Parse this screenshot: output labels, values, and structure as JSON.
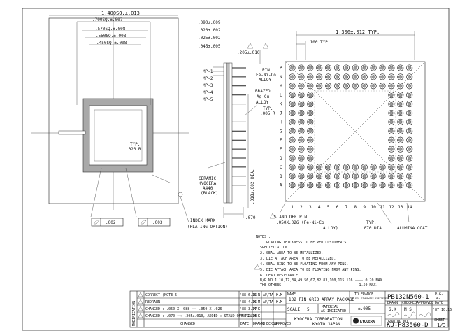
{
  "top_view": {
    "dims": [
      "1.400SQ.±.013",
      ".700SQ.±.007",
      ".570SQ.±.008",
      ".550SQ.±.008",
      ".450SQ.±.008"
    ],
    "typ_label": "TYP.",
    "typ_radius": ".020 R",
    "flatness_left": ".002",
    "flatness_right": ".003",
    "index_mark": [
      "INDEX MARK",
      "(PLATING OPTION)"
    ],
    "ceramic": [
      "CERAMIC",
      "KYOCERA",
      "A440",
      "(BLACK)"
    ]
  },
  "side_view": {
    "dims": [
      ".090±.009",
      ".020±.002",
      ".025±.002",
      ".045±.005"
    ],
    "offset": ".205±.010",
    "mp_labels": [
      "MP-1",
      "MP-2",
      "MP-3",
      "MP-4",
      "MP-5"
    ],
    "pin_label": [
      "PIN",
      "Fe-Ni-Co",
      "ALLOY"
    ],
    "brazed_label": [
      "BRAZED",
      "Ag-Cu",
      "ALLOY"
    ],
    "pin_typ": [
      "TYP.",
      ".005 R"
    ],
    "dia_label": ".018±.002 DIA.",
    "bottom_dim": ".070"
  },
  "bottom_view": {
    "pitch_total": "1.300±.012 TYP.",
    "pitch": ".100 TYP.",
    "row_letters": [
      "P",
      "N",
      "M",
      "L",
      "K",
      "J",
      "H",
      "G",
      "F",
      "E",
      "D",
      "C",
      "B",
      "A"
    ],
    "col_numbers": [
      "1",
      "2",
      "3",
      "4",
      "5",
      "6",
      "7",
      "8",
      "9",
      "10",
      "11",
      "12",
      "13",
      "14"
    ],
    "standoff": [
      "STAND OFF PIN",
      ".050X.026 (Fe-Ni-Co",
      "ALLOY)"
    ],
    "dia": [
      ".070 DIA.",
      "TYP."
    ],
    "alumina": "ALUMINA COAT"
  },
  "notes": {
    "title": "NOTES :",
    "items": [
      "1. PLATING THICKNESS TO BE PER CUSTOMER'S",
      "   SPECIFICATION.",
      "2. SEAL AREA TO BE METALLIZED.",
      "3. DIE ATTACH AREA TO BE METALLIZED.",
      "4. SEAL RING TO BE FLOATING FROM ANY PINS.",
      "5. DIE ATTACH AREA TO BE FLOATING FROM ANY PINS.",
      "6. LEAD RESISTANCE:",
      "   B/P NO.1,10,17,34,49,56,67,82,83,100,115,116 ---- 0.20 MAX.",
      "   THE OTHERS ----------------------------------- 1.50 MAX."
    ]
  },
  "title_block": {
    "modification": "MODIFICATION",
    "changes": [
      {
        "no": "5",
        "text": "CORRECT (NOTE 5)",
        "date": "'88.6.16",
        "drawn": "S.N",
        "checked": "AF/TA",
        "approved": "K.M"
      },
      {
        "no": "4",
        "text": "REDRAWN",
        "date": "'88.4.15",
        "drawn": "K.M",
        "checked": "AF/TA",
        "approved": "K.M"
      },
      {
        "no": "3",
        "text": "CHANGED : .050 X .088 ⟹ .050 X .026",
        "date": "'88.3.17",
        "drawn": "M.K",
        "checked": "",
        "approved": ""
      },
      {
        "no": "2",
        "text": "CHANGED : .070 ⟹ .205±.010, ADDED : STAND OFF PIN",
        "date": "'88.2.18",
        "drawn": "M.K",
        "checked": "",
        "approved": ""
      }
    ],
    "changed_label": "CHANGED",
    "footer_headers": [
      "DATE",
      "DRAWN",
      "CHECKED",
      "APPROVED"
    ],
    "name_label": "NAME",
    "name": "132 PIN GRID ARRAY PACKAGE",
    "scale_label": "SCALE",
    "scale": "5",
    "material_label": "MATERIAL",
    "material": "AS INDICATED",
    "tolerance_label": "TOLERANCE",
    "tolerance_sub": "UNLESS OTHERWISE SPECIFIED",
    "tolerance": "±.005",
    "company": "KYOCERA CORPORATION",
    "city": "KYOTO JAPAN",
    "part_no": "PB132N560-1",
    "rev_marks": [
      "P-G-",
      "A-"
    ],
    "staff_headers": [
      "DRAWN",
      "CHECKED",
      "APPROVED",
      "DATE"
    ],
    "staff": [
      "S.K",
      "M.S",
      "",
      "'87.10.16"
    ],
    "drawing_no_label": "DRAWING NO.",
    "drawing_no": "KD-P83560-D",
    "sheet_label": "SHEET",
    "sheet": "1/3",
    "logo_text": "KYOCERA"
  }
}
